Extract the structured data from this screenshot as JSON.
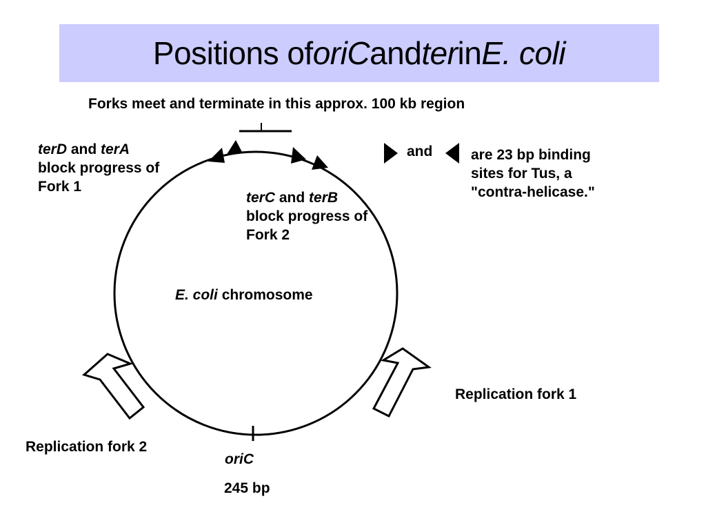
{
  "title": {
    "part1": "Positions of ",
    "term_oric": "oriC",
    "part2": " and ",
    "term_ter": "ter",
    "part3": " in ",
    "term_ecoli": "E. coli"
  },
  "termination_note": "Forks meet and terminate in this approx. 100 kb region",
  "fork1_block": {
    "site1": "terD",
    "connector": " and ",
    "site2": "terA",
    "line2": "block progress of",
    "line3": "Fork 1"
  },
  "fork2_block": {
    "site1": "terC",
    "connector": " and ",
    "site2": "terB",
    "line2": "block progress of",
    "line3": "Fork 2"
  },
  "legend": {
    "and_label": "and",
    "line1": "are 23 bp binding",
    "line2": "sites for Tus, a",
    "line3": "\"contra-helicase.\""
  },
  "chromosome_label": {
    "organism": "E. coli",
    "word": " chromosome"
  },
  "fork1_label": "Replication fork 1",
  "fork2_label": "Replication fork 2",
  "origin": {
    "name": "oriC",
    "size": "245 bp"
  }
}
